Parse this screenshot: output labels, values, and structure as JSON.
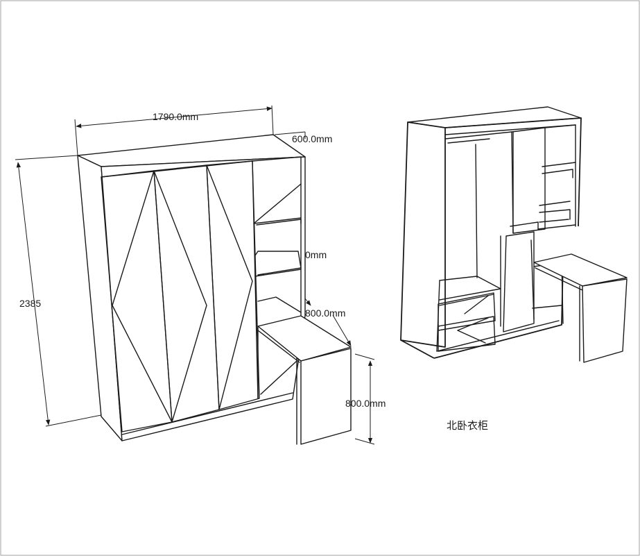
{
  "dimensions": {
    "width": "1790.0mm",
    "depth": "600.0mm",
    "height": "2385",
    "partial_label": "0mm",
    "desk_depth": "800.0mm",
    "desk_height": "800.0mm"
  },
  "caption": "北卧衣柜",
  "colors": {
    "line": "#1a1a1a",
    "background": "#ffffff"
  }
}
